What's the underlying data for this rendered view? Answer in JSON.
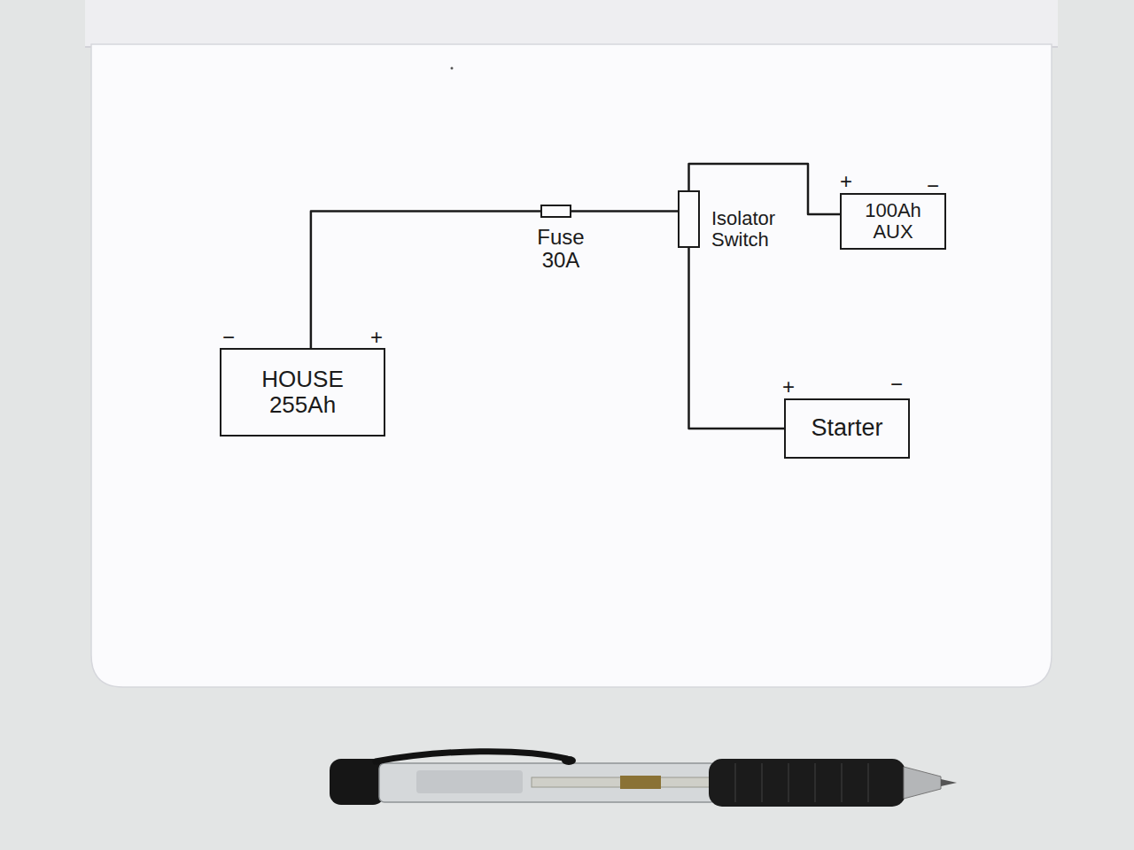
{
  "diagram": {
    "nodes": [
      {
        "text": [
          "HOUSE 255Ah"
        ]
      },
      {
        "text": [
          "Fuse 30A"
        ]
      },
      {
        "text": [
          "Isolator Switch"
        ]
      },
      {
        "text": [
          "100Ah AUX"
        ]
      },
      {
        "text": [
          "Starter"
        ]
      }
    ],
    "edges": [
      {
        "from": 0,
        "to": 1,
        "arrow": "none"
      },
      {
        "from": 1,
        "to": 2,
        "arrow": "none"
      },
      {
        "from": 2,
        "to": 3,
        "arrow": "none"
      },
      {
        "from": 2,
        "to": 4,
        "arrow": "none"
      }
    ],
    "labels": [
      "−",
      "+",
      "+",
      "−",
      "+",
      "−"
    ]
  }
}
